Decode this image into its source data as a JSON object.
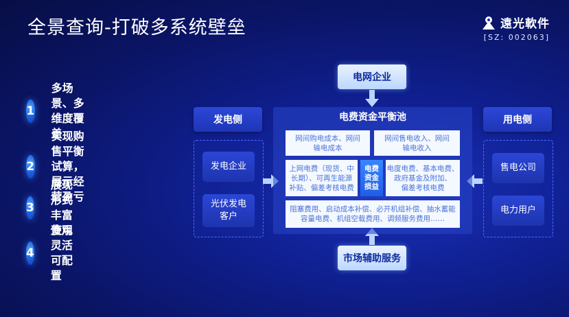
{
  "header": {
    "title": "全景查询-打破多系统壁垒",
    "logo_name": "遠光軟件",
    "logo_code": "[SZ: 002063]"
  },
  "features": [
    {
      "num": "1",
      "text": "多场景、多维度覆盖"
    },
    {
      "num": "2",
      "text": "实现购售平衡试算，\n展示经营盈亏"
    },
    {
      "num": "3",
      "text": "展现形式丰富直观"
    },
    {
      "num": "4",
      "text": "使用灵活可配置"
    }
  ],
  "diagram": {
    "top": "电网企业",
    "bottom": "市场辅助服务",
    "left": {
      "title": "发电侧",
      "items": [
        "发电企业",
        "光伏发电\n客户"
      ]
    },
    "right": {
      "title": "用电侧",
      "items": [
        "售电公司",
        "电力用户"
      ]
    },
    "pool": {
      "title": "电费资金平衡池",
      "top_left": "网间购电成本、网间\n输电成本",
      "top_right": "网间售电收入、网间\n输电收入",
      "mid_left": "上网电费（现货、中\n长期）、可再生能源\n补贴、偏差考核电费",
      "center": "电费\n资金\n损益",
      "mid_right": "电度电费、基本电费、\n政府基金及附加、\n偏差考核电费",
      "bottom": "阻塞费用、启动成本补偿、必开机组补偿、抽水蓄能\n容量电费、机组空载费用、调频服务费用……"
    }
  }
}
